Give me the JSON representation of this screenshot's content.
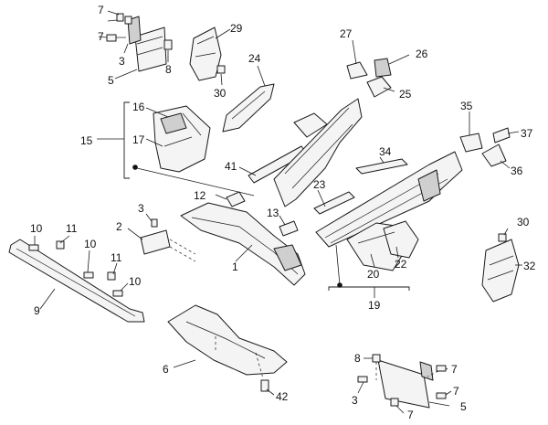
{
  "callouts": {
    "c1": "1",
    "c2": "2",
    "c3a": "3",
    "c3b": "3",
    "c3c": "3",
    "c5a": "5",
    "c5b": "5",
    "c6": "6",
    "c7a": "7",
    "c7b": "7",
    "c7c": "7",
    "c7d": "7",
    "c7e": "7",
    "c8a": "8",
    "c8b": "8",
    "c9": "9",
    "c10a": "10",
    "c10b": "10",
    "c10c": "10",
    "c11a": "11",
    "c11b": "11",
    "c12": "12",
    "c13": "13",
    "c15": "15",
    "c16": "16",
    "c17": "17",
    "c19": "19",
    "c20": "20",
    "c22": "22",
    "c23": "23",
    "c24": "24",
    "c25": "25",
    "c26": "26",
    "c27": "27",
    "c29": "29",
    "c30a": "30",
    "c30b": "30",
    "c32": "32",
    "c34": "34",
    "c35": "35",
    "c36": "36",
    "c37": "37",
    "c41": "41",
    "c42": "42"
  },
  "colors": {
    "line": "#1a1a1a",
    "fill": "#f4f4f4",
    "shade": "#cfcfcf"
  }
}
